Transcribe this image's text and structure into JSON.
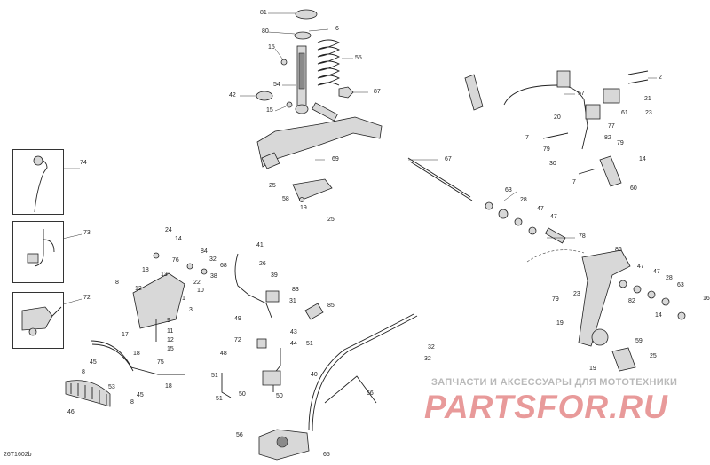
{
  "sheet_id": "26T1602b",
  "watermark": {
    "tagline": "ЗАПЧАСТИ И АКСЕССУАРЫ ДЛЯ МОТОТЕХНИКИ",
    "brand": "PARTSFOR.RU"
  },
  "callouts": {
    "c81": "81",
    "c80": "80",
    "c6": "6",
    "c15a": "15",
    "c55": "55",
    "c54": "54",
    "c42": "42",
    "c87": "87",
    "c15b": "15",
    "c69": "69",
    "c25a": "25",
    "c58": "58",
    "c19a": "19",
    "c25b": "25",
    "c67": "67",
    "c57": "57",
    "c2": "2",
    "c21": "21",
    "c23a": "23",
    "c61": "61",
    "c20": "20",
    "c77": "77",
    "c7a": "7",
    "c79a": "79",
    "c82a": "82",
    "c79b": "79",
    "c30": "30",
    "c14a": "14",
    "c7b": "7",
    "c60": "60",
    "c63a": "63",
    "c28a": "28",
    "c47a": "47",
    "c47b": "47",
    "c78": "78",
    "c86": "86",
    "c47c": "47",
    "c47d": "47",
    "c28b": "28",
    "c63b": "63",
    "c16": "16",
    "c23b": "23",
    "c79c": "79",
    "c82b": "82",
    "c14b": "14",
    "c19b": "19",
    "c59": "59",
    "c25c": "25",
    "c19c": "19",
    "c74": "74",
    "c73": "73",
    "c72a": "72",
    "c24": "24",
    "c14c": "14",
    "c76": "76",
    "c18a": "18",
    "c13": "13",
    "c8a": "8",
    "c12a": "12",
    "c84": "84",
    "c32a": "32",
    "c22": "22",
    "c10": "10",
    "c38": "38",
    "c1": "1",
    "c3": "3",
    "c17": "17",
    "c9a": "9",
    "c11": "11",
    "c12b": "12",
    "c15c": "15",
    "c18b": "18",
    "c45a": "45",
    "c8b": "8",
    "c53": "53",
    "c45b": "45",
    "c8c": "8",
    "c18c": "18",
    "c46": "46",
    "c75": "75",
    "c41": "41",
    "c68": "68",
    "c26": "26",
    "c39": "39",
    "c83": "83",
    "c31": "31",
    "c85": "85",
    "c49": "49",
    "c43": "43",
    "c44": "44",
    "c72b": "72",
    "c48": "48",
    "c51a": "51",
    "c51b": "51",
    "c50a": "50",
    "c51c": "51",
    "c40": "40",
    "c50b": "50",
    "c32b": "32",
    "c32c": "32",
    "c66": "66",
    "c56": "56",
    "c65": "65"
  }
}
